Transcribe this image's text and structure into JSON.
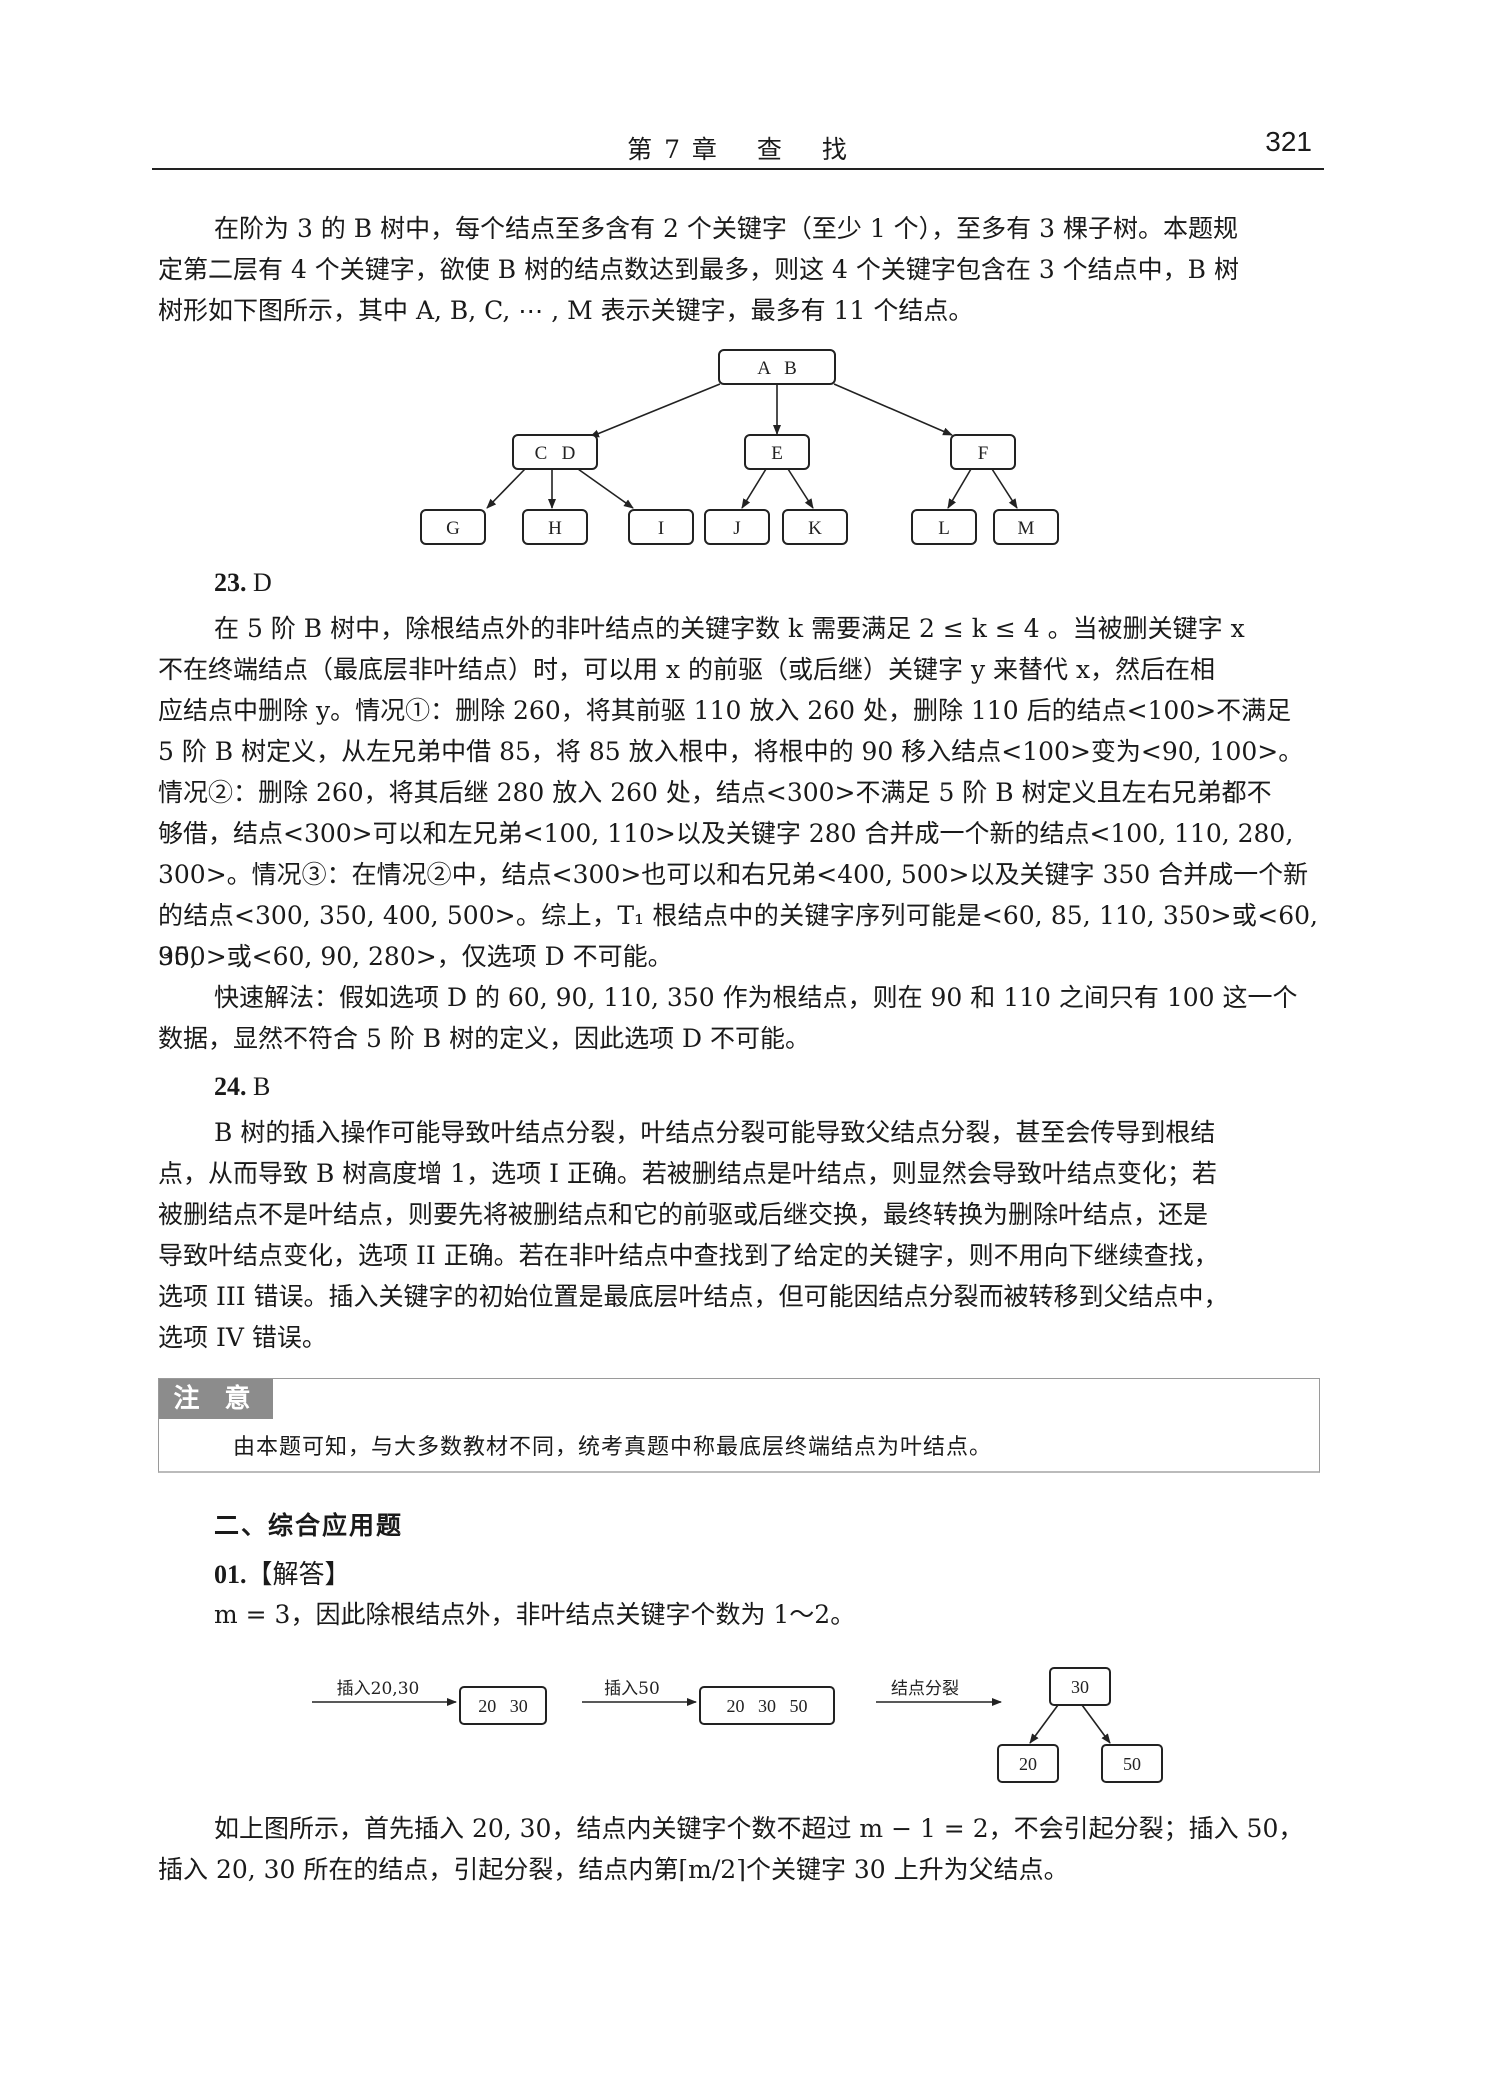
{
  "header": {
    "chapter": "第 7 章",
    "title_1": "查",
    "title_2": "找",
    "page_number": "321"
  },
  "intro": {
    "line1": "在阶为 3 的 B 树中，每个结点至多含有 2 个关键字（至少 1 个），至多有 3 棵子树。本题规",
    "line2": "定第二层有 4 个关键字，欲使 B 树的结点数达到最多，则这 4 个关键字包含在 3 个结点中，B 树",
    "line3": "树形如下图所示，其中 A, B, C, ⋯ , M 表示关键字，最多有 11 个结点。"
  },
  "tree1": {
    "root": "A   B",
    "level2": [
      "C   D",
      "E",
      "F"
    ],
    "leaves": [
      "G",
      "H",
      "I",
      "J",
      "K",
      "L",
      "M"
    ]
  },
  "q23": {
    "number": "23.",
    "answer": "D",
    "p1_l1": "在 5 阶 B 树中，除根结点外的非叶结点的关键字数 k 需要满足 2 ≤ k ≤ 4 。当被删关键字 x",
    "p1_l2": "不在终端结点（最底层非叶结点）时，可以用 x 的前驱（或后继）关键字 y 来替代 x，然后在相",
    "p1_l3": "应结点中删除 y。情况①：删除 260，将其前驱 110 放入 260 处，删除 110 后的结点<100>不满足",
    "p1_l4": "5 阶 B 树定义，从左兄弟中借 85，将 85 放入根中，将根中的 90 移入结点<100>变为<90, 100>。",
    "p1_l5": "情况②：删除 260，将其后继 280 放入 260 处，结点<300>不满足 5 阶 B 树定义且左右兄弟都不",
    "p1_l6": "够借，结点<300>可以和左兄弟<100, 110>以及关键字 280 合并成一个新的结点<100, 110, 280,",
    "p1_l7": "300>。情况③：在情况②中，结点<300>也可以和右兄弟<400, 500>以及关键字 350 合并成一个新",
    "p1_l8": "的结点<300, 350, 400, 500>。综上，T₁ 根结点中的关键字序列可能是<60, 85, 110, 350>或<60, 90,",
    "p1_l9": "350>或<60, 90, 280>，仅选项 D 不可能。",
    "p2_l1": "快速解法：假如选项 D 的 60, 90, 110, 350 作为根结点，则在 90 和 110 之间只有 100 这一个",
    "p2_l2": "数据，显然不符合 5 阶 B 树的定义，因此选项 D 不可能。"
  },
  "q24": {
    "number": "24.",
    "answer": "B",
    "l1": "B 树的插入操作可能导致叶结点分裂，叶结点分裂可能导致父结点分裂，甚至会传导到根结",
    "l2": "点，从而导致 B 树高度增 1，选项 I 正确。若被删结点是叶结点，则显然会导致叶结点变化；若",
    "l3": "被删结点不是叶结点，则要先将被删结点和它的前驱或后继交换，最终转换为删除叶结点，还是",
    "l4": "导致叶结点变化，选项 II 正确。若在非叶结点中查找到了给定的关键字，则不用向下继续查找，",
    "l5": "选项 III 错误。插入关键字的初始位置是最底层叶结点，但可能因结点分裂而被转移到父结点中，",
    "l6": "选项 IV 错误。"
  },
  "note": {
    "tag": "注 意",
    "text": "由本题可知，与大多数教材不同，统考真题中称最底层终端结点为叶结点。"
  },
  "section2": {
    "title": "二、综合应用题",
    "q01_num": "01.",
    "q01_label": "【解答】",
    "line1": "m = 3，因此除根结点外，非叶结点关键字个数为 1～2。"
  },
  "diagram2": {
    "arrow1_label": "插入20,30",
    "box1": "20   30",
    "arrow2_label": "插入50",
    "box2": "20   30   50",
    "arrow3_label": "结点分裂",
    "root": "30",
    "left": "20",
    "right": "50"
  },
  "closing": {
    "l1": "如上图所示，首先插入 20, 30，结点内关键字个数不超过 m − 1 = 2，不会引起分裂；插入 50，",
    "l2": "插入 20, 30 所在的结点，引起分裂，结点内第⌈m/2⌉个关键字 30 上升为父结点。"
  }
}
